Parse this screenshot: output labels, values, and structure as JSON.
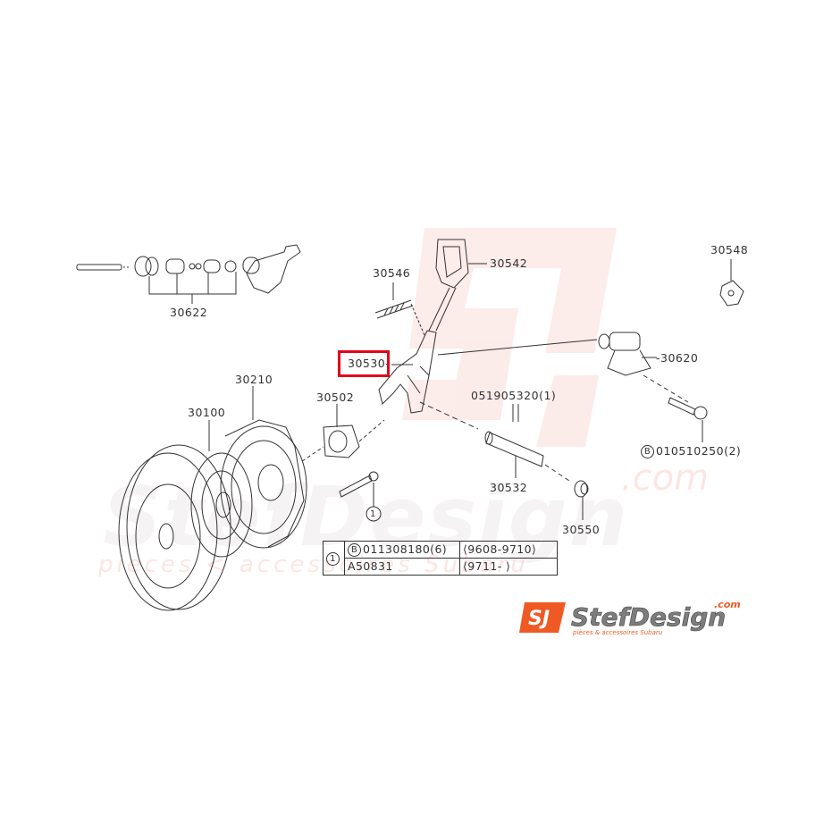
{
  "diagram": {
    "subject": "Subaru clutch assembly exploded parts diagram",
    "highlighted_part": "30530",
    "highlight_color": "#e3001b",
    "part_labels": [
      {
        "id": "30622",
        "text": "30622"
      },
      {
        "id": "30546",
        "text": "30546"
      },
      {
        "id": "30542",
        "text": "30542"
      },
      {
        "id": "30548",
        "text": "30548"
      },
      {
        "id": "30530",
        "text": "30530-"
      },
      {
        "id": "30620",
        "text": "-30620"
      },
      {
        "id": "30210",
        "text": "30210"
      },
      {
        "id": "30502",
        "text": "30502"
      },
      {
        "id": "30100",
        "text": "30100"
      },
      {
        "id": "051905320",
        "text": "051905320(1)"
      },
      {
        "id": "010510250",
        "text": "010510250(2)",
        "prefix_badge": "B"
      },
      {
        "id": "30532",
        "text": "30532"
      },
      {
        "id": "30550",
        "text": "30550"
      },
      {
        "id": "callout-1",
        "text": "1",
        "shape": "circle"
      }
    ],
    "notes_table": {
      "ref": "1",
      "rows": [
        {
          "badge": "B",
          "part": "011308180(6)",
          "range": "⟨9608-9710⟩"
        },
        {
          "badge": "",
          "part": "A50831",
          "range": "⟨9711-        ⟩"
        }
      ]
    }
  },
  "watermark": {
    "brand": "StefDesign",
    "domain": ".com",
    "tagline": "pieces & accessoires Subaru",
    "color": "#f5d0cc"
  },
  "logo": {
    "mark": "SJ",
    "brand": "StefDesign",
    "domain": ".com",
    "tagline": "pièces & accessoires Subaru",
    "accent": "#ef5a24",
    "text_color": "#8a8a8a"
  }
}
